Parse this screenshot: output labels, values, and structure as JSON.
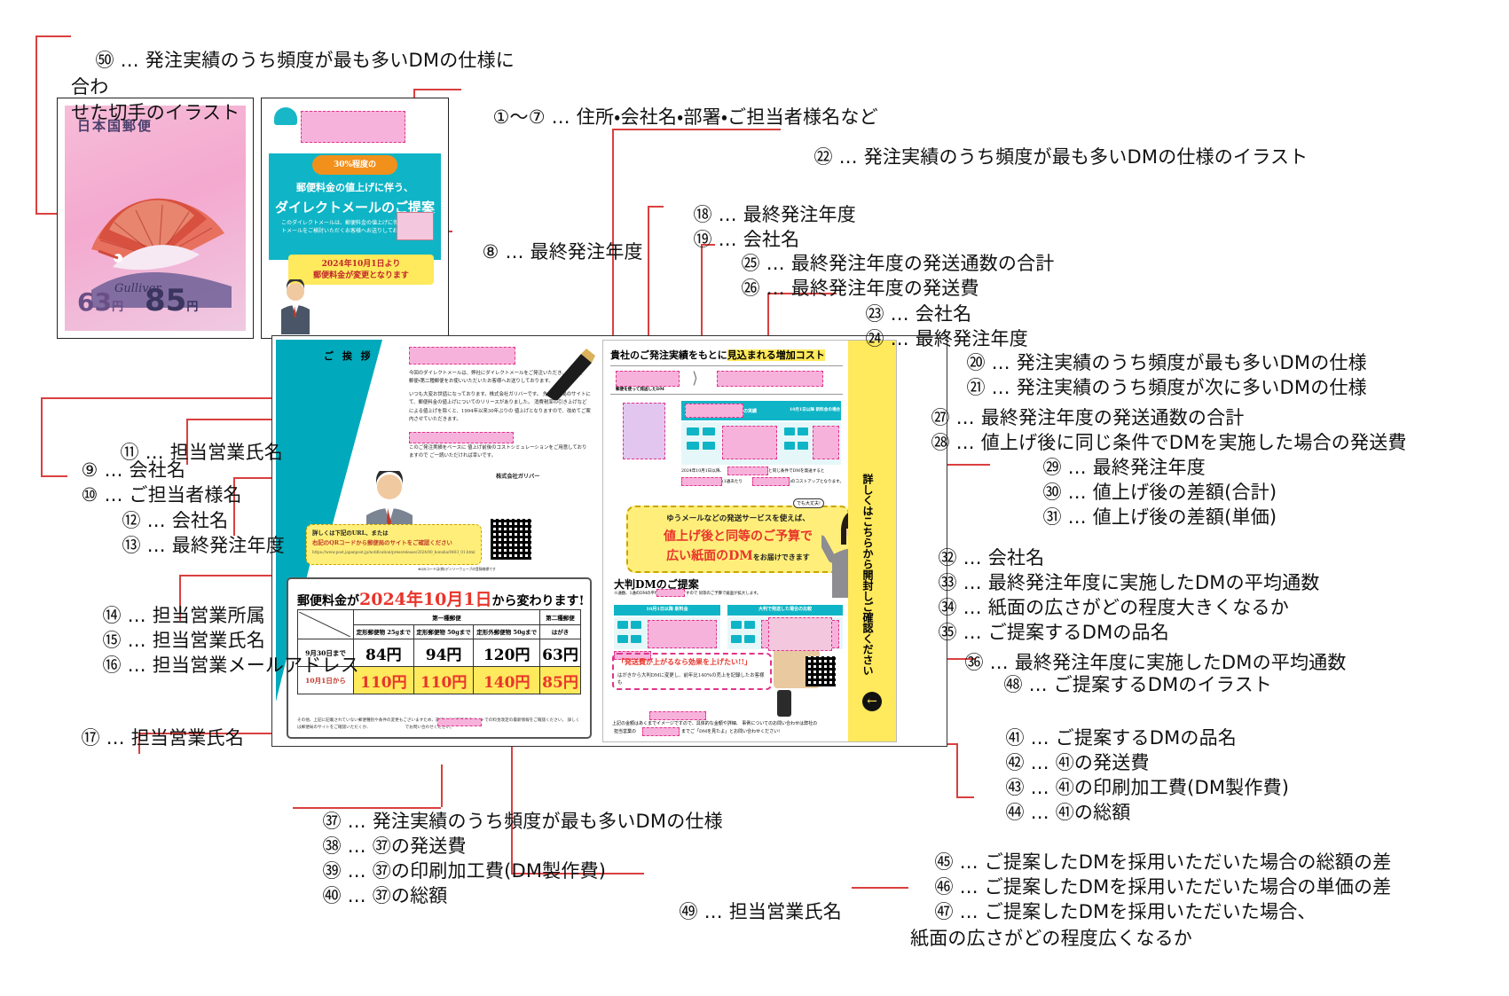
{
  "meta": {
    "doc_type": "DMご提案資料 注釈付き説明図",
    "colors": {
      "leader_line": "#d9403f",
      "pink_field": "#f7b2dc",
      "teal": "#00a9bb",
      "yellow": "#ffe95c",
      "red_text": "#e8352b"
    }
  },
  "annotations": [
    {
      "id": "a50",
      "num": "㊿",
      "sep": "…",
      "text": "発注実績のうち頻度が最も多いDMの仕様に合わ\nせた切手のイラスト"
    },
    {
      "id": "a1_7",
      "num": "①〜⑦",
      "sep": "…",
      "text": "住所・会社名・部署・ご担当者様名など"
    },
    {
      "id": "a22",
      "num": "㉒",
      "sep": "…",
      "text": "発注実績のうち頻度が最も多いDMの仕様のイラスト"
    },
    {
      "id": "a18",
      "num": "⑱",
      "sep": "…",
      "text": "最終発注年度"
    },
    {
      "id": "a19",
      "num": "⑲",
      "sep": "…",
      "text": "会社名"
    },
    {
      "id": "a8",
      "num": "⑧",
      "sep": "…",
      "text": "最終発注年度"
    },
    {
      "id": "a25",
      "num": "㉕",
      "sep": "…",
      "text": "最終発注年度の発送通数の合計"
    },
    {
      "id": "a26",
      "num": "㉖",
      "sep": "…",
      "text": "最終発注年度の発送費"
    },
    {
      "id": "a23",
      "num": "㉓",
      "sep": "…",
      "text": "会社名"
    },
    {
      "id": "a24",
      "num": "㉔",
      "sep": "…",
      "text": "最終発注年度"
    },
    {
      "id": "a20",
      "num": "⑳",
      "sep": "…",
      "text": "発注実績のうち頻度が最も多いDMの仕様"
    },
    {
      "id": "a21",
      "num": "㉑",
      "sep": "…",
      "text": "発注実績のうち頻度が次に多いDMの仕様"
    },
    {
      "id": "a27",
      "num": "㉗",
      "sep": "…",
      "text": "最終発注年度の発送通数の合計"
    },
    {
      "id": "a28",
      "num": "㉘",
      "sep": "…",
      "text": "値上げ後に同じ条件でDMを実施した場合の発送費"
    },
    {
      "id": "a29",
      "num": "㉙",
      "sep": "…",
      "text": "最終発注年度"
    },
    {
      "id": "a30",
      "num": "㉚",
      "sep": "…",
      "text": "値上げ後の差額(合計)"
    },
    {
      "id": "a31",
      "num": "㉛",
      "sep": "…",
      "text": "値上げ後の差額(単価)"
    },
    {
      "id": "a32",
      "num": "㉜",
      "sep": "…",
      "text": "会社名"
    },
    {
      "id": "a33",
      "num": "㉝",
      "sep": "…",
      "text": "最終発注年度に実施したDMの平均通数"
    },
    {
      "id": "a34",
      "num": "㉞",
      "sep": "…",
      "text": "紙面の広さがどの程度大きくなるか"
    },
    {
      "id": "a35",
      "num": "㉟",
      "sep": "…",
      "text": "ご提案するDMの品名"
    },
    {
      "id": "a36",
      "num": "㊱",
      "sep": "…",
      "text": "最終発注年度に実施したDMの平均通数"
    },
    {
      "id": "a9",
      "num": "⑨",
      "sep": "…",
      "text": "会社名"
    },
    {
      "id": "a10",
      "num": "⑩",
      "sep": "…",
      "text": "ご担当者様名"
    },
    {
      "id": "a11",
      "num": "⑪",
      "sep": "…",
      "text": "担当営業氏名"
    },
    {
      "id": "a12",
      "num": "⑫",
      "sep": "…",
      "text": "会社名"
    },
    {
      "id": "a13",
      "num": "⑬",
      "sep": "…",
      "text": "最終発注年度"
    },
    {
      "id": "a14",
      "num": "⑭",
      "sep": "…",
      "text": "担当営業所属"
    },
    {
      "id": "a15",
      "num": "⑮",
      "sep": "…",
      "text": "担当営業氏名"
    },
    {
      "id": "a16",
      "num": "⑯",
      "sep": "…",
      "text": "担当営業メールアドレス"
    },
    {
      "id": "a17",
      "num": "⑰",
      "sep": "…",
      "text": "担当営業氏名"
    },
    {
      "id": "a37",
      "num": "㊲",
      "sep": "…",
      "text": "発注実績のうち頻度が最も多いDMの仕様"
    },
    {
      "id": "a38",
      "num": "㊳",
      "sep": "…",
      "text": "㊲の発送費"
    },
    {
      "id": "a39",
      "num": "㊴",
      "sep": "…",
      "text": "㊲の印刷加工費(DM製作費)"
    },
    {
      "id": "a40",
      "num": "㊵",
      "sep": "…",
      "text": "㊲の総額"
    },
    {
      "id": "a41",
      "num": "㊶",
      "sep": "…",
      "text": "ご提案するDMの品名"
    },
    {
      "id": "a42",
      "num": "㊷",
      "sep": "…",
      "text": "㊶の発送費"
    },
    {
      "id": "a43",
      "num": "㊸",
      "sep": "…",
      "text": "㊶の印刷加工費(DM製作費)"
    },
    {
      "id": "a44",
      "num": "㊹",
      "sep": "…",
      "text": "㊶の総額"
    },
    {
      "id": "a45",
      "num": "㊺",
      "sep": "…",
      "text": "ご提案したDMを採用いただいた場合の総額の差"
    },
    {
      "id": "a46",
      "num": "㊻",
      "sep": "…",
      "text": "ご提案したDMを採用いただいた場合の単価の差"
    },
    {
      "id": "a47",
      "num": "㊼",
      "sep": "…",
      "text": "ご提案したDMを採用いただいた場合、\n紙面の広さがどの程度広くなるか"
    },
    {
      "id": "a48",
      "num": "㊽",
      "sep": "…",
      "text": "ご提案するDMのイラスト"
    },
    {
      "id": "a49",
      "num": "㊾",
      "sep": "…",
      "text": "担当営業氏名"
    }
  ],
  "stamp": {
    "country_label": "日本国郵便",
    "brand": "Gulliver",
    "denomination_small": "63",
    "denomination_small_unit": "円",
    "denomination_large": "85",
    "denomination_large_unit": "円"
  },
  "dm_card": {
    "badge": "30%程度の",
    "line1": "郵便料金の値上げに伴う、",
    "line1_em": "郵便料金の値上げ",
    "line2": "ダイレクトメールのご提案",
    "note": "このダイレクトメールは、郵便料金の値上げに伴い\nダイレクトメールをご検討いただくお客様へお送りしております。",
    "yellow1": "2024年10月1日より",
    "yellow2": "郵便料金が変更となります"
  },
  "brochure": {
    "left": {
      "greeting": "ご 挨 拶",
      "body_p1": "今回のダイレクトメールは、弊社にダイレクトメールをご発注いただき、\n第一種郵便・第二種郵便をお使いいただいたお客様へお送りしております。",
      "body_p2": "いつも大変お世話になっております。株式会社ガリバーです。\n先日郵便局のサイトにて、郵便料金の値上げについてのリリースがありました。\n消費税率の引き上げなどによる値上げを除くと、1994年以来30年ぶりの\n値上げとなりますので、改めてご案内させていただきます。",
      "body_p3": "このご発注実績をベースに\n値上げ前後のコストシミュレーションをご用意しておりますので\nご一読いただければ幸いです。",
      "signature": "株式会社ガリバー",
      "yellow_l1": "詳しくは下記のURL、または",
      "yellow_l2": "右記のQRコードから郵便局のサイトをご確認ください",
      "yellow_url": "https://www.post.japanpost.jp/notification/pressrelease/2024/00_honsha/0403_01.html",
      "qr_note": "※QRコードは(株)デンソーウェーブの登録商標です",
      "price_title_pre": "郵便料金が",
      "price_title_big": "2024年10月1日",
      "price_title_post": "から変わります!",
      "table": {
        "group_headers": [
          "第一種郵便",
          "第二種郵便"
        ],
        "columns": [
          "定形郵便物\n25gまで",
          "定形郵便物\n50gまで",
          "定形外郵便物\n50gまで",
          "はがき"
        ],
        "rows": [
          {
            "label": "9月30日まで",
            "values": [
              "84円",
              "94円",
              "120円",
              "63円"
            ]
          },
          {
            "label": "10月1日から",
            "values": [
              "110円",
              "110円",
              "140円",
              "85円"
            ]
          }
        ]
      },
      "footnote": "その他、上記に記載されていない郵便種別や条件の変更もございますため、詳細は必ず郵便局のサイトでの料金改定の最新情報をご確認ください。\n詳しくは郵便局のサイトをご確認いただくか、　　　　　　　　　でお問い合わせください。"
    },
    "right": {
      "heading_pre": "貴社のご発注実績をもとに",
      "heading_hl": "見込まれる増加コスト",
      "sub_label": "郵便を使って発送したDM",
      "compare_left_label": "の実績",
      "compare_right_label": "10月1日以降 新料金の場合",
      "cost_note_pre": "2024年10月1日以降、",
      "cost_note_mid": "と同じ条件でDMを発送すると",
      "cost_note_unit": "(1通あたり",
      "cost_note_post": ")のコストアップとなります。",
      "callout_l1": "ゆうメールなどの発送サービスを使えば、",
      "callout_l2": "値上げ後と同等のご予算で",
      "callout_l3": "広い紙面のDM",
      "callout_l3_suffix": "をお届けできます",
      "cat_bubble": "でも大丈夫!",
      "ogata_title": "大判DMのご提案",
      "ogata_note": "※通数、1通のDMの平均通数　　　　ですので\n同等のご予算で紙面が拡大します。",
      "compare_head_left": "10月1日以降 新料金",
      "compare_head_right": "大判で発送した場合の比較",
      "red_call_title": "「発送費が上がるなら効果を上げたい!!」",
      "red_call_sub": "はがきから大判DMに変更し、前年比140%の売上を記録したお客様も",
      "footer_note": "上記の金額はあくまでイメージですので、具体的な金額や詳細、\n事例についてのお問い合わせは弊社の　　　　　　　もしくは、",
      "footer_sales": "担当営業の",
      "footer_cta": "までご「DMを見たよ」とお問い合わせください!",
      "strip_text": "詳しくはこちらから開封しご確認ください",
      "arrow": "←"
    }
  }
}
